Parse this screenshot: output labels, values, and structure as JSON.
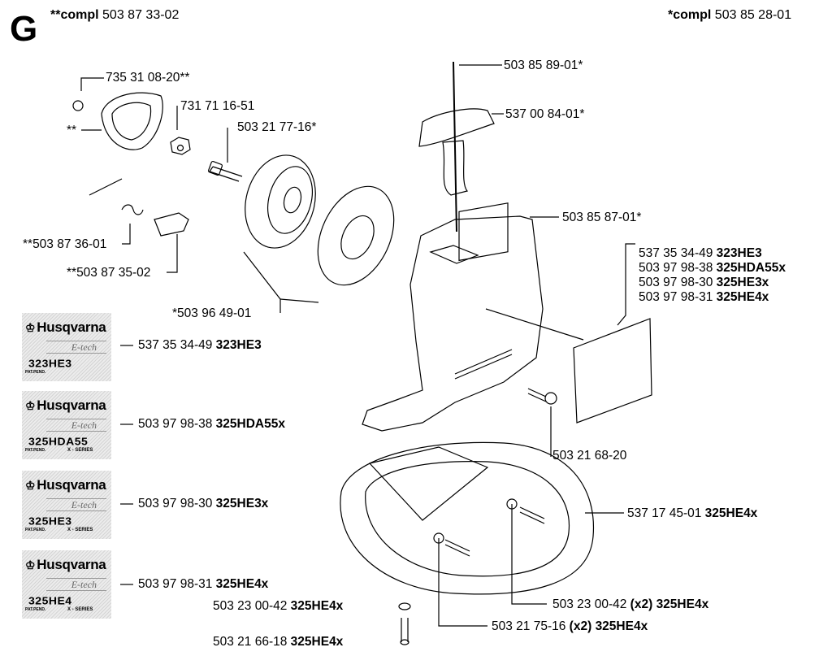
{
  "section_letter": "G",
  "header": {
    "left_prefix": "**compl",
    "left_number": "503 87 33-02",
    "right_prefix": "*compl",
    "right_number": "503 85 28-01"
  },
  "labels": {
    "l1": "735 31 08-20**",
    "l2": "**",
    "l3": "731 71 16-51",
    "l4": "503 21 77-16*",
    "l5": "503 85 89-01*",
    "l6": "537 00 84-01*",
    "l7": "503 85 87-01*",
    "l8": "**503 87 36-01",
    "l9": "**503 87 35-02",
    "l10": "*503 96 49-01",
    "l11": "503 21 68-20",
    "l12_num": "537 17 45-01",
    "l12_model": "325HE4x",
    "l13_num": "503 23 00-42",
    "l13_model": "325HE4x",
    "l14_num": "503 21 66-18",
    "l14_model": "325HE4x",
    "l15_num": "503 23 00-42",
    "l15_qty": "(x2)",
    "l15_model": "325HE4x",
    "l16_num": "503 21 75-16",
    "l16_qty": "(x2)",
    "l16_model": "325HE4x"
  },
  "decal_list": [
    {
      "num": "537 35 34-49",
      "model": "323HE3"
    },
    {
      "num": "503 97 98-38",
      "model": "325HDA55x"
    },
    {
      "num": "503 97 98-30",
      "model": "325HE3x"
    },
    {
      "num": "503 97 98-31",
      "model": "325HE4x"
    }
  ],
  "decals": [
    {
      "brand": "Husqvarna",
      "etech": "E-tech",
      "model": "323HE3",
      "series": "",
      "pat": "PAT.PEND.",
      "num": "537 35 34-49",
      "model_label": "323HE3"
    },
    {
      "brand": "Husqvarna",
      "etech": "E-tech",
      "model": "325HDA55",
      "series": "X - SERIES",
      "pat": "PAT.PEND.",
      "num": "503 97 98-38",
      "model_label": "325HDA55x"
    },
    {
      "brand": "Husqvarna",
      "etech": "E-tech",
      "model": "325HE3",
      "series": "X - SERIES",
      "pat": "PAT.PEND.",
      "num": "503 97 98-30",
      "model_label": "325HE3x"
    },
    {
      "brand": "Husqvarna",
      "etech": "E-tech",
      "model": "325HE4",
      "series": "X - SERIES",
      "pat": "PAT.PEND.",
      "num": "503 97 98-31",
      "model_label": "325HE4x"
    }
  ]
}
